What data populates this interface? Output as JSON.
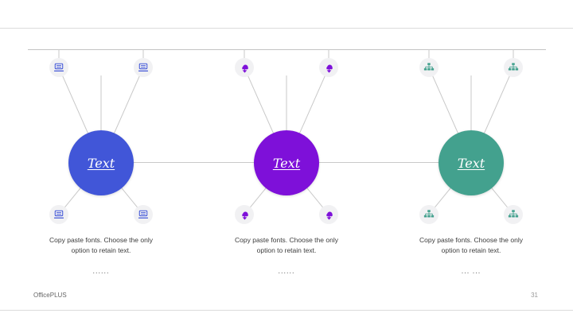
{
  "slide": {
    "clusters": [
      {
        "label": "Text",
        "color": "#4156d8",
        "icon": "laptop-icon",
        "description": [
          "Copy paste fonts. Choose the only",
          "option to retain text."
        ],
        "ellipsis": "......"
      },
      {
        "label": "Text",
        "color": "#7e10d9",
        "icon": "cloud-download-icon",
        "description": [
          "Copy paste fonts. Choose the only",
          "option to retain text."
        ],
        "ellipsis": "......"
      },
      {
        "label": "Text",
        "color": "#43a18e",
        "icon": "org-chart-icon",
        "description": [
          "Copy paste fonts. Choose the only",
          "option to retain text."
        ],
        "ellipsis": "... ..."
      }
    ],
    "footer": {
      "brand": "OfficePLUS",
      "page_number": "31"
    }
  }
}
